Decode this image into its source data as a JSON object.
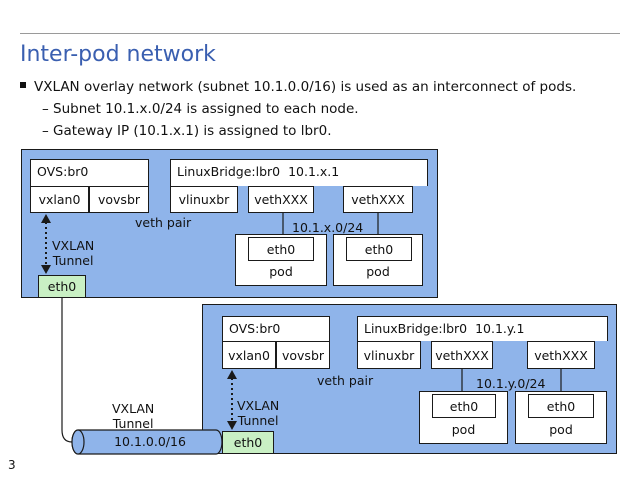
{
  "slide": {
    "title": "Inter-pod network",
    "bullets": [
      "VXLAN overlay network (subnet 10.1.0.0/16) is used as an interconnect of pods.",
      "– Subnet 10.1.x.0/24 is assigned to each node.",
      "– Gateway IP (10.1.x.1) is assigned to lbr0."
    ],
    "page_number": "3"
  },
  "node1": {
    "ovs_label": "OVS:br0",
    "vxlan_label": "vxlan0",
    "vovsbr_label": "vovsbr",
    "bridge_label": "LinuxBridge:lbr0",
    "gateway_ip": "10.1.x.1",
    "vlinuxbr_label": "vlinuxbr",
    "veth1_label": "vethXXX",
    "veth2_label": "vethXXX",
    "veth_pair_label": "veth pair",
    "subnet_label": "10.1.x.0/24",
    "pod1_eth": "eth0",
    "pod1_label": "pod",
    "pod2_eth": "eth0",
    "pod2_label": "pod",
    "tunnel_label_1": "VXLAN",
    "tunnel_label_2": "Tunnel",
    "eth0_label": "eth0"
  },
  "node2": {
    "ovs_label": "OVS:br0",
    "vxlan_label": "vxlan0",
    "vovsbr_label": "vovsbr",
    "bridge_label": "LinuxBridge:lbr0",
    "gateway_ip": "10.1.y.1",
    "vlinuxbr_label": "vlinuxbr",
    "veth1_label": "vethXXX",
    "veth2_label": "vethXXX",
    "veth_pair_label": "veth pair",
    "subnet_label": "10.1.y.0/24",
    "pod1_eth": "eth0",
    "pod1_label": "pod",
    "pod2_eth": "eth0",
    "pod2_label": "pod",
    "tunnel_label_1": "VXLAN",
    "tunnel_label_2": "Tunnel",
    "eth0_label": "eth0"
  },
  "overlay": {
    "label_1": "VXLAN",
    "label_2": "Tunnel",
    "subnet": "10.1.0.0/16"
  },
  "colors": {
    "node_fill": "#8fb4ea",
    "eth_fill": "#c9f0c4",
    "title": "#3a5fb0"
  }
}
